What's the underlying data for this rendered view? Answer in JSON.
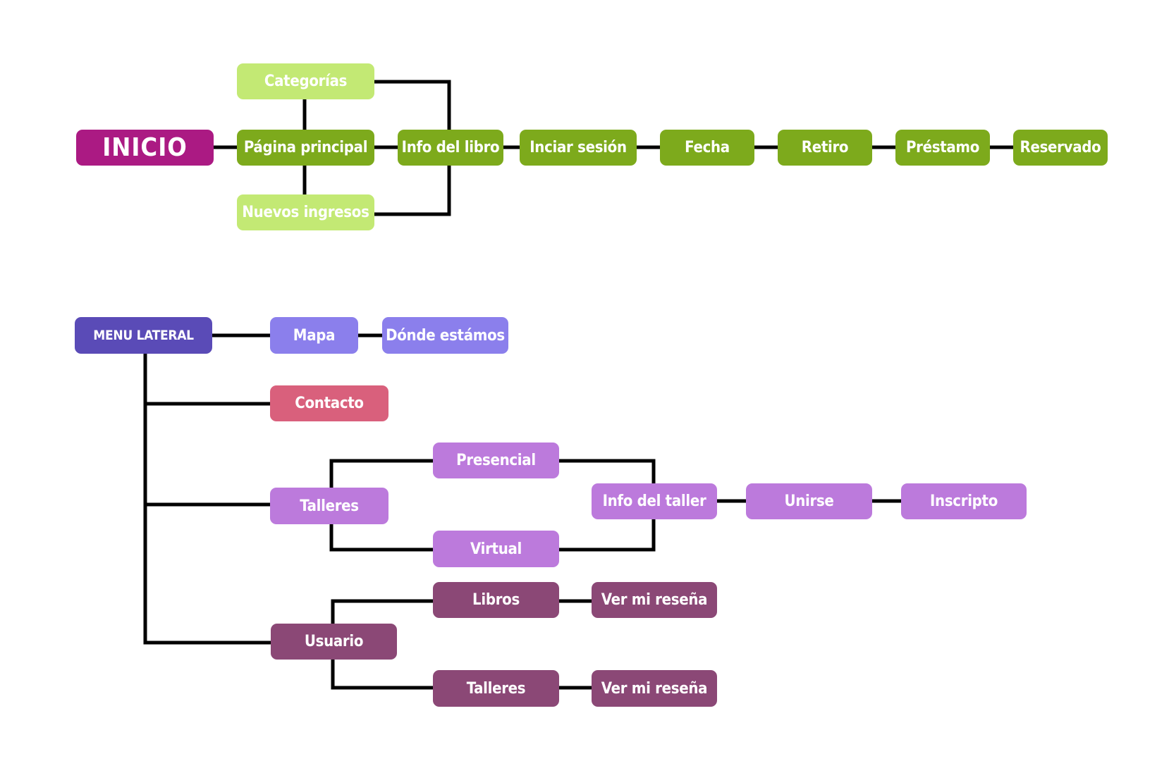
{
  "colors": {
    "inicio": "#ab1a83",
    "green_dark": "#7daa1c",
    "green_light": "#c3e974",
    "menu": "#5a4bb7",
    "mapa": "#8b7fec",
    "contacto": "#d9607c",
    "talleres": "#bc7adc",
    "usuario": "#8b4876",
    "line": "#000000"
  },
  "top_flow": {
    "root": "INICIO",
    "categorias": "Categorías",
    "pagina_principal": "Página principal",
    "nuevos_ingresos": "Nuevos ingresos",
    "info_libro": "Info del libro",
    "iniciar_sesion": "Inciar sesión",
    "fecha": "Fecha",
    "retiro": "Retiro",
    "prestamo": "Préstamo",
    "reservado": "Reservado"
  },
  "side_menu": {
    "root": "MENU LATERAL",
    "mapa": "Mapa",
    "donde_estamos": "Dónde estámos",
    "contacto": "Contacto",
    "talleres": "Talleres",
    "presencial": "Presencial",
    "virtual": "Virtual",
    "info_taller": "Info del taller",
    "unirse": "Unirse",
    "inscripto": "Inscripto",
    "usuario": "Usuario",
    "libros": "Libros",
    "libros_resena": "Ver mi reseña",
    "usuario_talleres": "Talleres",
    "talleres_resena": "Ver mi reseña"
  }
}
